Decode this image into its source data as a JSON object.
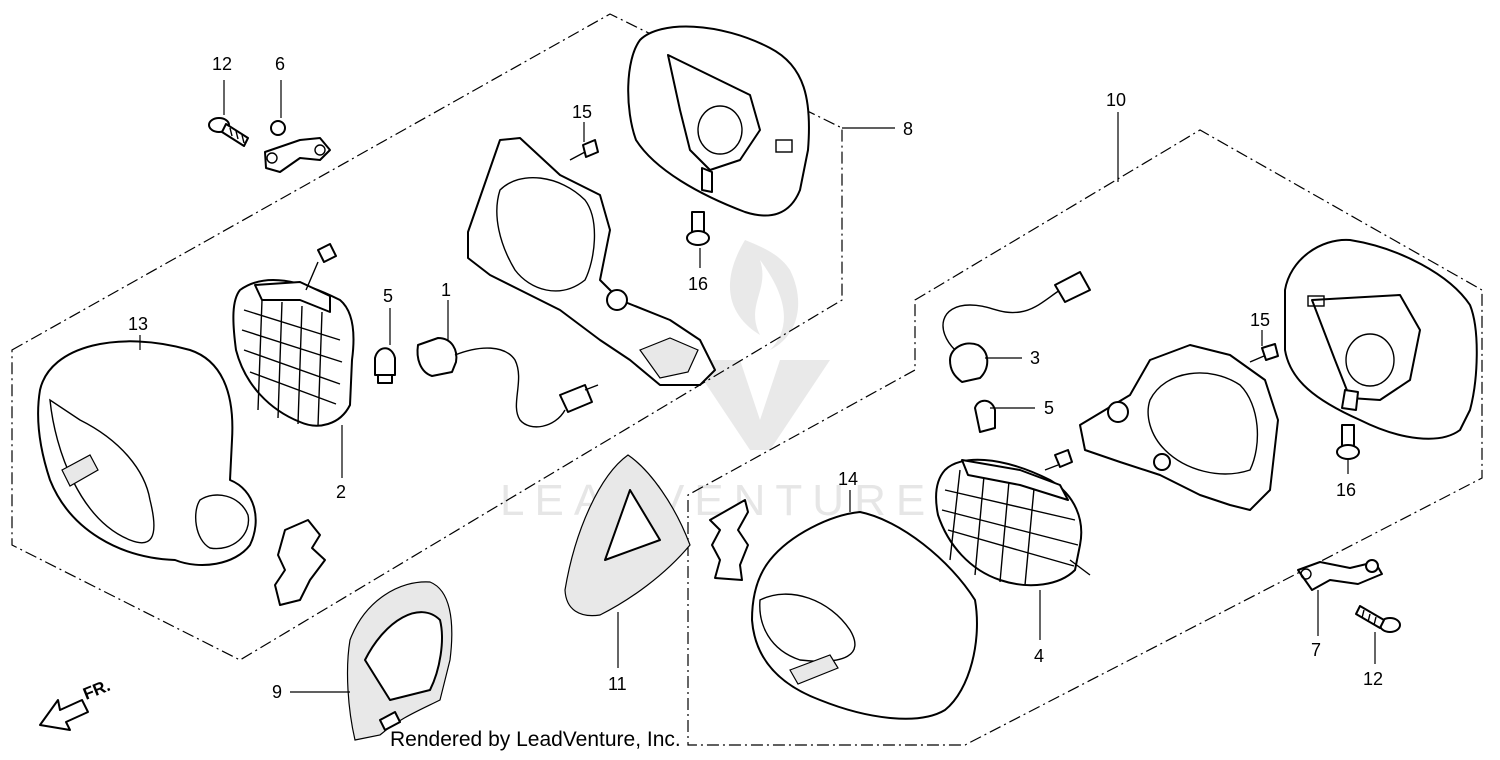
{
  "callouts": {
    "c1": "1",
    "c2": "2",
    "c3": "3",
    "c4": "4",
    "c5a": "5",
    "c5b": "5",
    "c6": "6",
    "c7": "7",
    "c8": "8",
    "c9": "9",
    "c10": "10",
    "c11": "11",
    "c12a": "12",
    "c12b": "12",
    "c13": "13",
    "c14": "14",
    "c15a": "15",
    "c15b": "15",
    "c16a": "16",
    "c16b": "16"
  },
  "front_label": "FR.",
  "watermark": "LEADVENTURE",
  "credit": "Rendered by LeadVenture, Inc."
}
